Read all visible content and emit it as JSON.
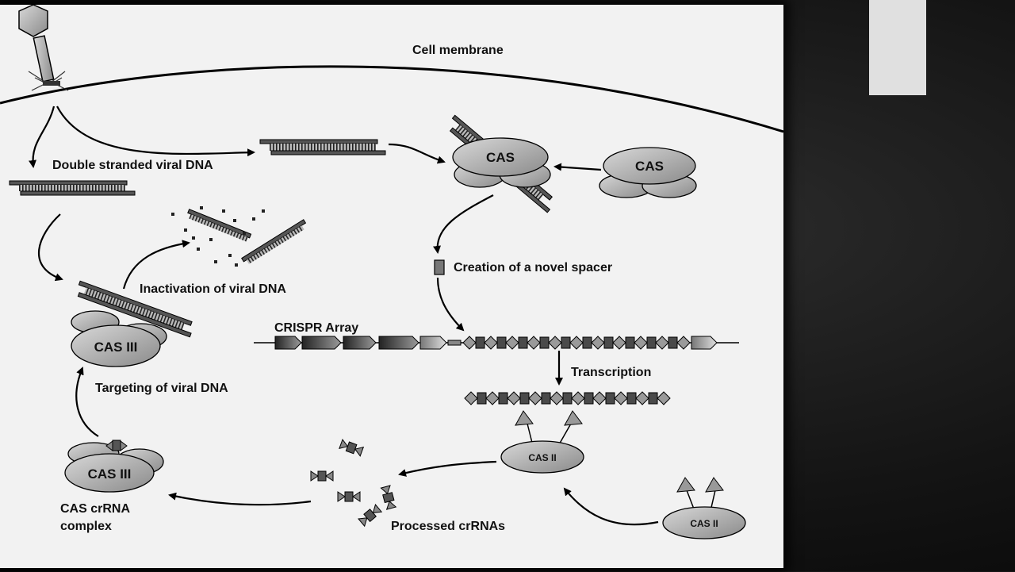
{
  "labels": {
    "membrane": "Cell membrane",
    "ds_viral_dna": "Double stranded viral DNA",
    "novel_spacer": "Creation of a novel spacer",
    "crispr_array": "CRISPR Array",
    "transcription": "Transcription",
    "inactivation": "Inactivation of viral DNA",
    "targeting": "Targeting of viral DNA",
    "processed": "Processed crRNAs",
    "complex_line1": "CAS crRNA",
    "complex_line2": "complex"
  },
  "proteins": {
    "cas": "CAS",
    "cas_iii": "CAS III",
    "cas_ii": "CAS II"
  },
  "colors": {
    "panel": "#f2f2f2",
    "background": "#141414",
    "corner_tab": "#e0e0e0"
  }
}
